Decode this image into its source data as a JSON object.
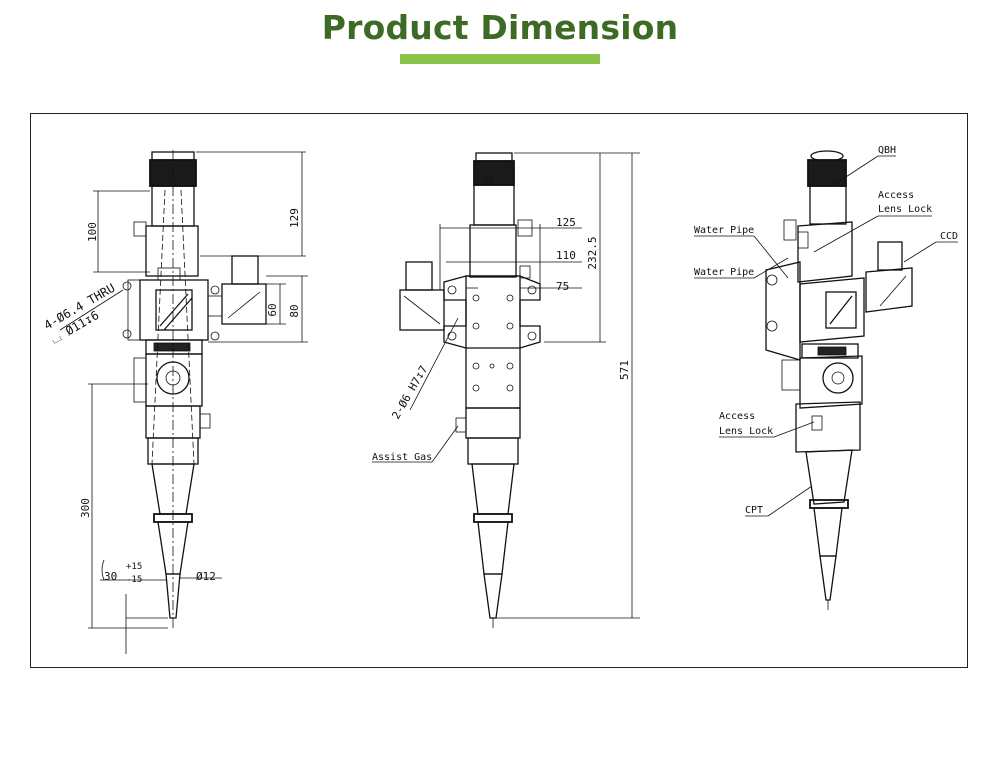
{
  "page": {
    "title": "Product Dimension",
    "title_color": "#3d6b25",
    "accent_color": "#8bc34a"
  },
  "side_view": {
    "dim_100": "100",
    "dim_129": "129",
    "dim_60": "60",
    "dim_80": "80",
    "dim_300": "300",
    "hole_callout_1": "4-Ø6.4 THRU",
    "hole_callout_2": "⌴ Ø11↧6",
    "tol_nominal": "30",
    "tol_plus": "+15",
    "tol_minus": "-15",
    "dim_d12": "Ø12"
  },
  "front_view": {
    "dim_125": "125",
    "dim_110": "110",
    "dim_75": "75",
    "dim_232": "232.5",
    "dim_571": "571",
    "pin_callout": "2-Ø6 H7↧7",
    "label_assist_gas": "Assist Gas"
  },
  "iso_view": {
    "label_qbh": "QBH",
    "label_access_1": "Access",
    "label_lens_lock_1": "Lens Lock",
    "label_water_pipe_1": "Water Pipe",
    "label_water_pipe_2": "Water Pipe",
    "label_ccd": "CCD",
    "label_access_2": "Access",
    "label_lens_lock_2": "Lens Lock",
    "label_cpt": "CPT"
  }
}
